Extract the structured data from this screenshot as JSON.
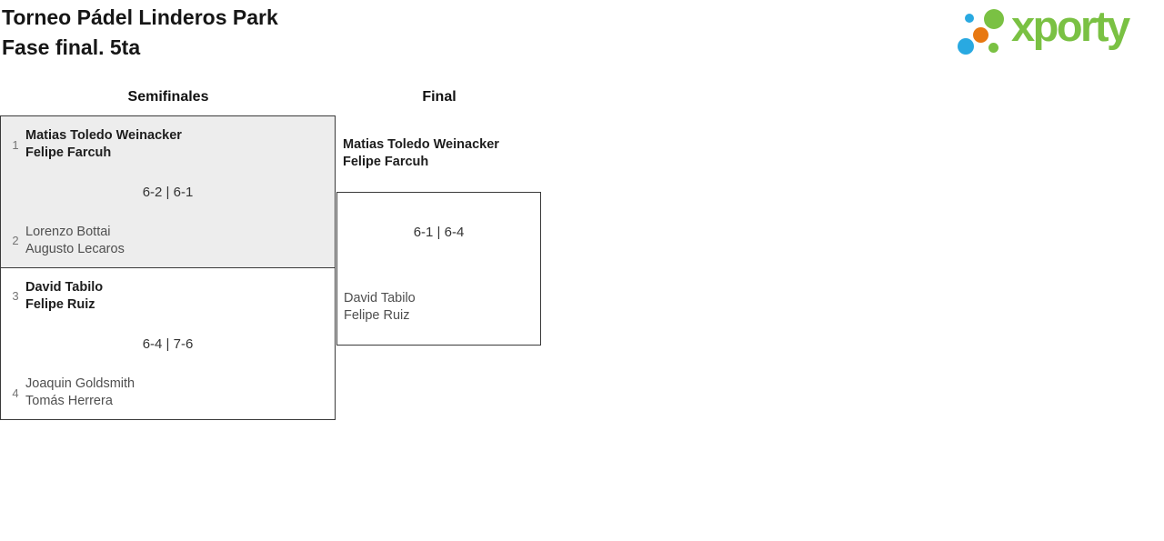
{
  "header": {
    "title_line1": "Torneo Pádel Linderos Park",
    "title_line2": "Fase final. 5ta",
    "logo_text": "xporty"
  },
  "colors": {
    "logo_green": "#7ac143",
    "logo_blue": "#29a9e1",
    "logo_orange": "#e87811",
    "highlight_match_bg": "#ededed",
    "bracket_border": "#3a3a3a",
    "winner_text": "#1d1d1d",
    "loser_text": "#4f4f4f",
    "seed_text": "#757575"
  },
  "bracket": {
    "rounds": [
      {
        "label": "Semifinales",
        "matches": [
          {
            "team1": {
              "seed": "1",
              "players": [
                "Matias Toledo Weinacker",
                "Felipe Farcuh"
              ],
              "winner": true
            },
            "score": "6-2 | 6-1",
            "team2": {
              "seed": "2",
              "players": [
                "Lorenzo Bottai",
                "Augusto Lecaros"
              ],
              "winner": false
            }
          },
          {
            "team1": {
              "seed": "3",
              "players": [
                "David Tabilo",
                "Felipe Ruiz"
              ],
              "winner": true
            },
            "score": "6-4 | 7-6",
            "team2": {
              "seed": "4",
              "players": [
                "Joaquin Goldsmith",
                "Tomás Herrera"
              ],
              "winner": false
            }
          }
        ]
      },
      {
        "label": "Final",
        "matches": [
          {
            "team1": {
              "players": [
                "Matias Toledo Weinacker",
                "Felipe Farcuh"
              ],
              "winner": true
            },
            "score": "6-1 | 6-4",
            "team2": {
              "players": [
                "David Tabilo",
                "Felipe Ruiz"
              ],
              "winner": false
            }
          }
        ]
      }
    ]
  }
}
